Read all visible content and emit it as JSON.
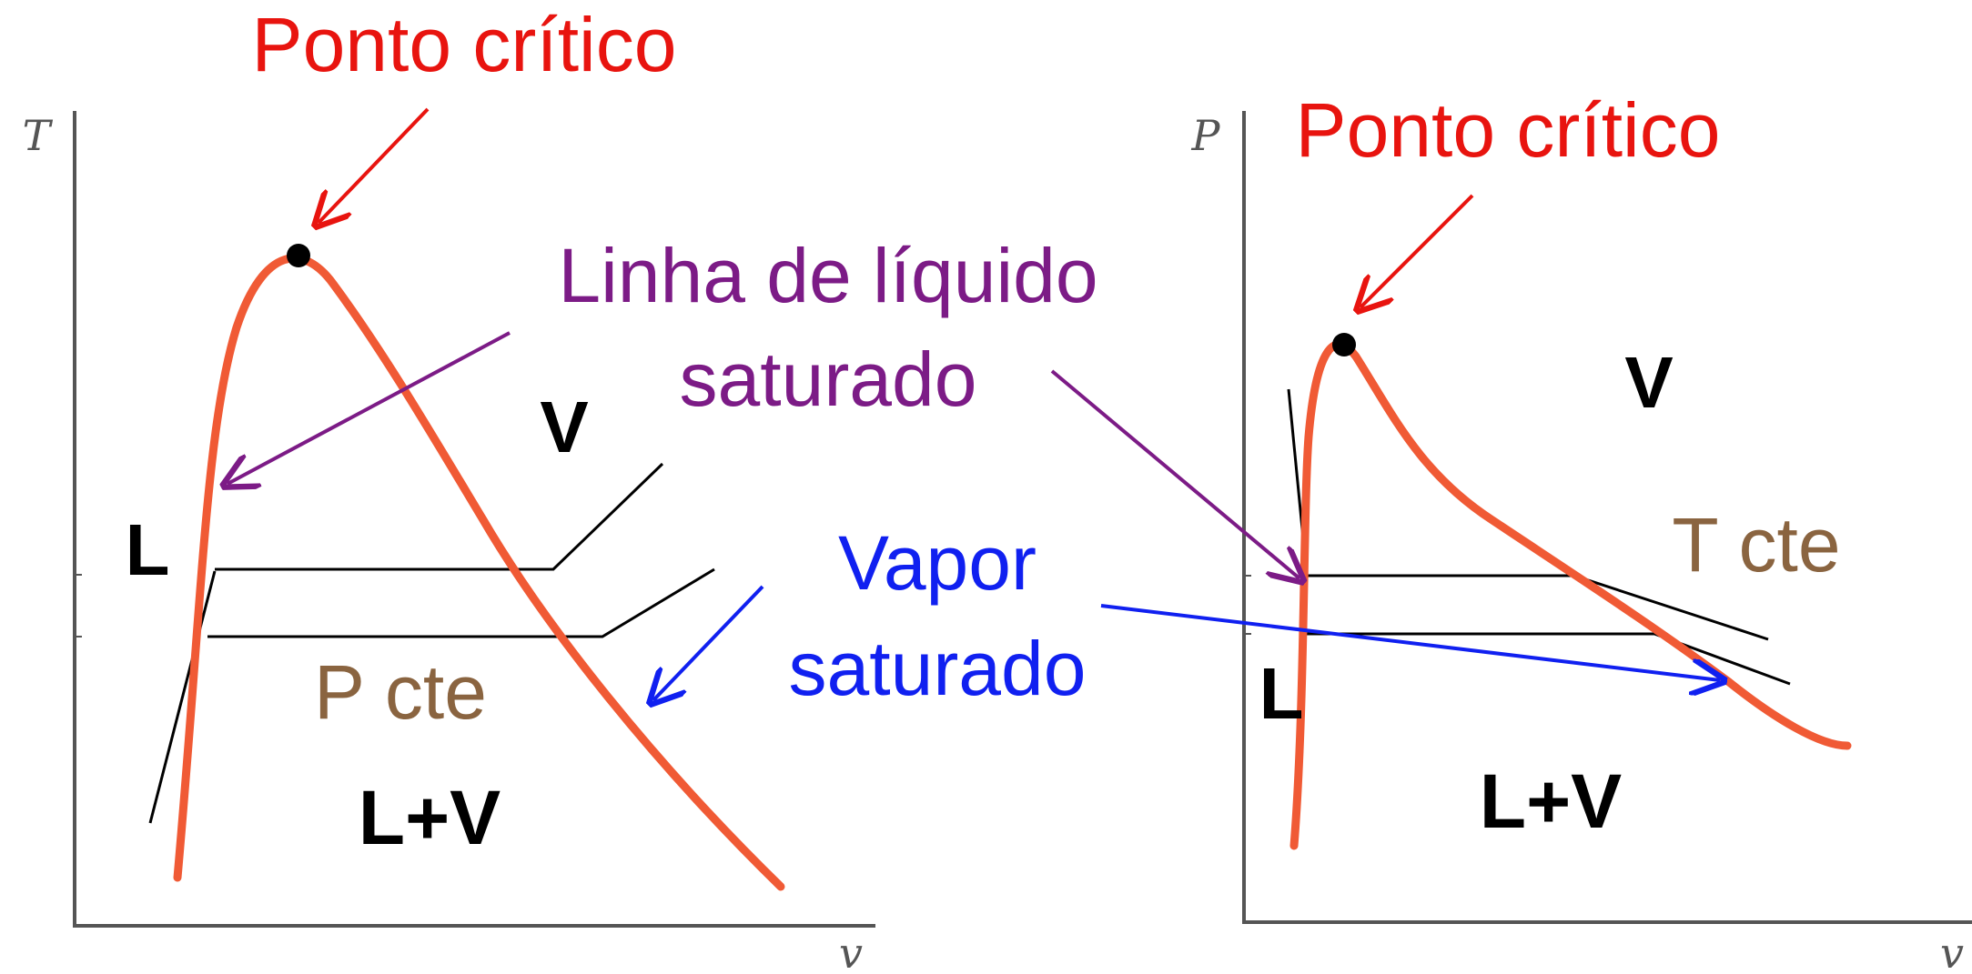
{
  "colors": {
    "dome": "#f05a35",
    "critical": "#e8140f",
    "liquid_line": "#7c1b86",
    "vapor": "#1020f0",
    "process": "#8a6440",
    "ink": "#000000",
    "axis": "#555555"
  },
  "left_diagram": {
    "y_axis_label": "T",
    "x_axis_label": "v",
    "critical_point_label": "Ponto crítico",
    "region_liquid": "L",
    "region_vapor": "V",
    "region_mixture": "L+V",
    "process_label": "P cte"
  },
  "right_diagram": {
    "y_axis_label": "P",
    "x_axis_label": "v",
    "critical_point_label": "Ponto crítico",
    "region_liquid": "L",
    "region_vapor": "V",
    "region_mixture": "L+V",
    "process_label": "T cte"
  },
  "annotations": {
    "saturated_liquid_line": [
      "Linha de líquido",
      "saturado"
    ],
    "saturated_vapor": [
      "Vapor",
      "saturado"
    ]
  }
}
